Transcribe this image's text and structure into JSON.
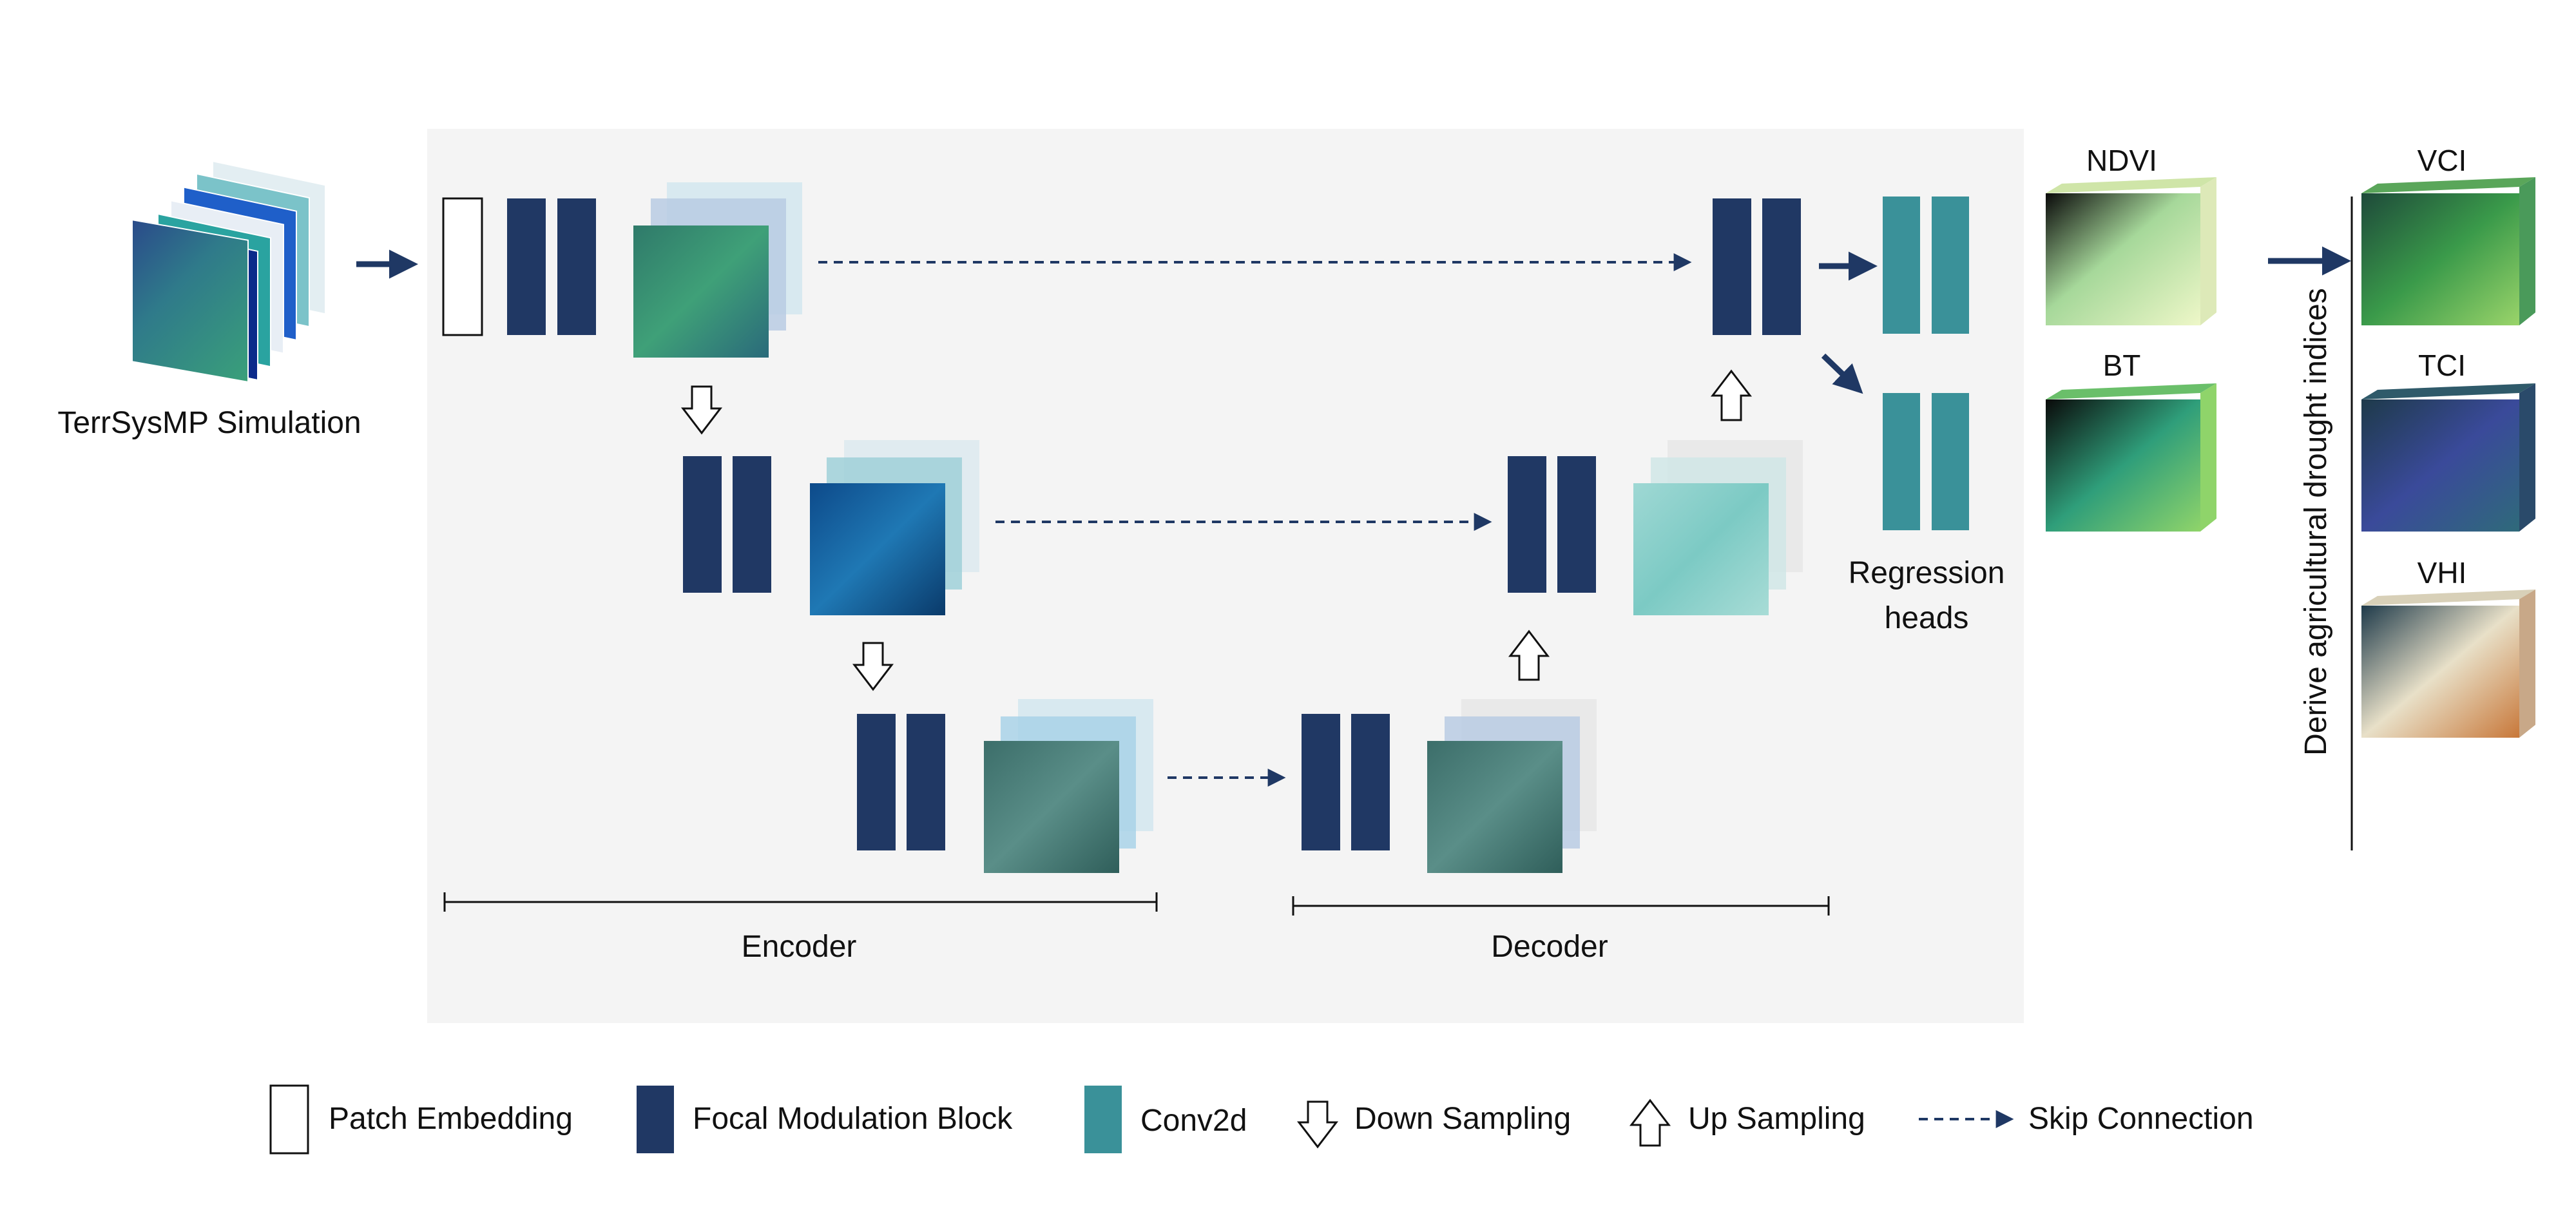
{
  "colors": {
    "background_panel": "#f4f4f4",
    "focal_block": "#203864",
    "conv2d": "#3a9199",
    "arrow": "#1f3864",
    "line": "#111111"
  },
  "input": {
    "label": "TerrSysMP Simulation"
  },
  "panel": {
    "encoder_label": "Encoder",
    "decoder_label": "Decoder"
  },
  "heads": {
    "label_line1": "Regression",
    "label_line2": "heads"
  },
  "outputs": {
    "ndvi": "NDVI",
    "bt": "BT",
    "side_label": "Derive agricultural drought indices",
    "vci": "VCI",
    "tci": "TCI",
    "vhi": "VHI"
  },
  "legend": {
    "patch_embedding": "Patch Embedding",
    "focal_modulation_block": "Focal Modulation Block",
    "conv2d": "Conv2d",
    "down_sampling": "Down Sampling",
    "up_sampling": "Up Sampling",
    "skip_connection": "Skip Connection"
  },
  "icons": {
    "down": "down-sampling-arrow-icon",
    "up": "up-sampling-arrow-icon",
    "skip": "skip-connection-dashed-arrow-icon"
  }
}
